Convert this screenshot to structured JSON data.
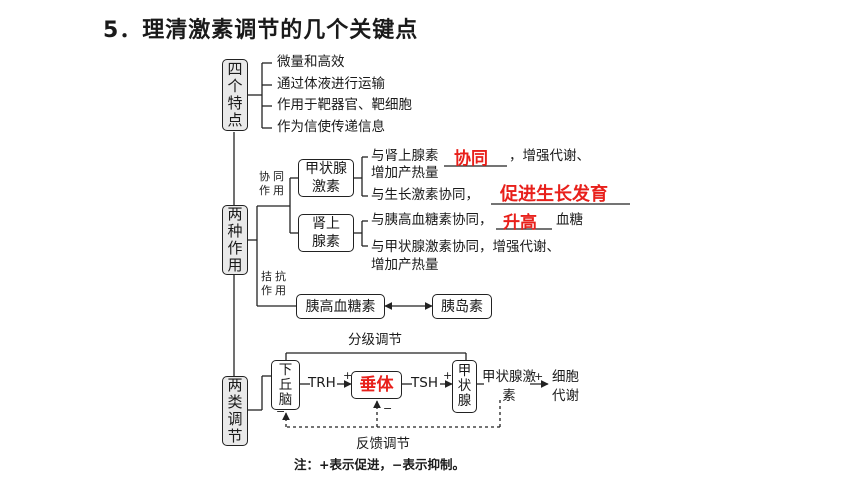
{
  "title": "5．理清激素调节的几个关键点",
  "features": {
    "label": "四个特点",
    "items": [
      "微量和高效",
      "通过体液进行运输",
      "作用于靶器官、靶细胞",
      "作为信使传递信息"
    ]
  },
  "interactions": {
    "label": "两种作用",
    "synergy_label": "协同作用",
    "antagonism_label": "拮抗作用",
    "thyroid_box": "甲状腺激素",
    "adrenaline_box": "肾上腺素",
    "thyroid_line1_prefix": "与肾上腺素",
    "thyroid_line1_answer": "协同",
    "thyroid_line1_suffix": "，增强代谢、",
    "thyroid_line2": "增加产热量",
    "thyroid_line3_prefix": "与生长激素协同，",
    "thyroid_line3_answer": "促进生长发育",
    "adrenaline_line1_prefix": "与胰高血糖素协同，",
    "adrenaline_line1_answer": "升高",
    "adrenaline_line1_suffix": "血糖",
    "adrenaline_line2": "与甲状腺激素协同，增强代谢、",
    "adrenaline_line3": "增加产热量",
    "glucagon_box": "胰高血糖素",
    "insulin_box": "胰岛素"
  },
  "regulation": {
    "label": "两类调节",
    "graded_label": "分级调节",
    "feedback_label": "反馈调节",
    "hypothalamus": "下丘脑",
    "trh": "TRH",
    "pituitary_answer": "垂体",
    "tsh": "TSH",
    "thyroid": "甲状腺",
    "thyroid_hormone": "甲状腺激素",
    "cell_metabolism": "细胞代谢",
    "plus": "+",
    "minus": "−"
  },
  "note": "注：+表示促进，−表示抑制。"
}
